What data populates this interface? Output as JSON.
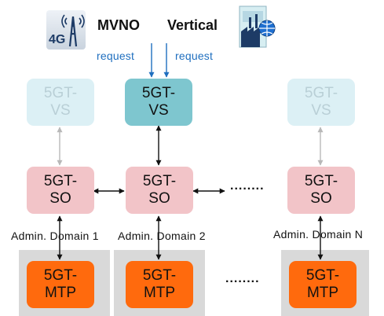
{
  "actors": {
    "mvno_label": "MVNO",
    "vertical_label": "Vertical",
    "mvno_request": "request",
    "vertical_request": "request",
    "icon_4g_text": "4G"
  },
  "vs": {
    "left": [
      "5GT-",
      "VS"
    ],
    "center": [
      "5GT-",
      "VS"
    ],
    "right": [
      "5GT-",
      "VS"
    ]
  },
  "so": {
    "left": [
      "5GT-",
      "SO"
    ],
    "center": [
      "5GT-",
      "SO"
    ],
    "right": [
      "5GT-",
      "SO"
    ]
  },
  "mtp": {
    "left": [
      "5GT-",
      "MTP"
    ],
    "center": [
      "5GT-",
      "MTP"
    ],
    "right": [
      "5GT-",
      "MTP"
    ]
  },
  "domains": {
    "left": "Admin. Domain 1",
    "center": "Admin. Domain 2",
    "right": "Admin. Domain N"
  },
  "ellipsis": {
    "so_row": "........",
    "mtp_row": "........"
  },
  "colors": {
    "vs_faded": "#dcf0f5",
    "vs_active": "#7ec6cf",
    "so": "#f2c4c8",
    "mtp": "#ff6a0d",
    "domain_bg": "#d9d9d9",
    "request_blue": "#1f6fbf"
  }
}
